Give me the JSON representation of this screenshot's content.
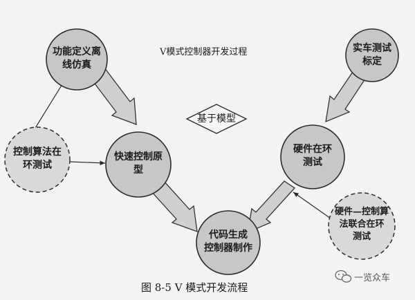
{
  "diagram": {
    "title": "V模式控制器开发过程",
    "center": "基于模型",
    "nodes": {
      "offline_sim": [
        "功能定义离",
        "线仿真"
      ],
      "control_in_loop": [
        "控制算法在",
        "环测试"
      ],
      "rapid_proto": [
        "快速控制原",
        "型"
      ],
      "code_gen": [
        "代码生成",
        "控制器制作"
      ],
      "hil_test": [
        "硬件在环",
        "测试"
      ],
      "hw_ctrl_joint": [
        "硬件—控制算",
        "法联合在环",
        "测试"
      ],
      "vehicle_cal": [
        "实车测试",
        "标定"
      ]
    }
  },
  "caption": "图 8-5   V 模式开发流程",
  "watermark": {
    "text": "一览众车",
    "icon": "wechat-icon"
  },
  "colors": {
    "node_fill": "#c7c7c7",
    "node_stroke": "#2b2b2b",
    "dashed_fill": "#d9d9d9",
    "arrow_fill": "#cfcfcf",
    "background": "#f3f3f1"
  }
}
